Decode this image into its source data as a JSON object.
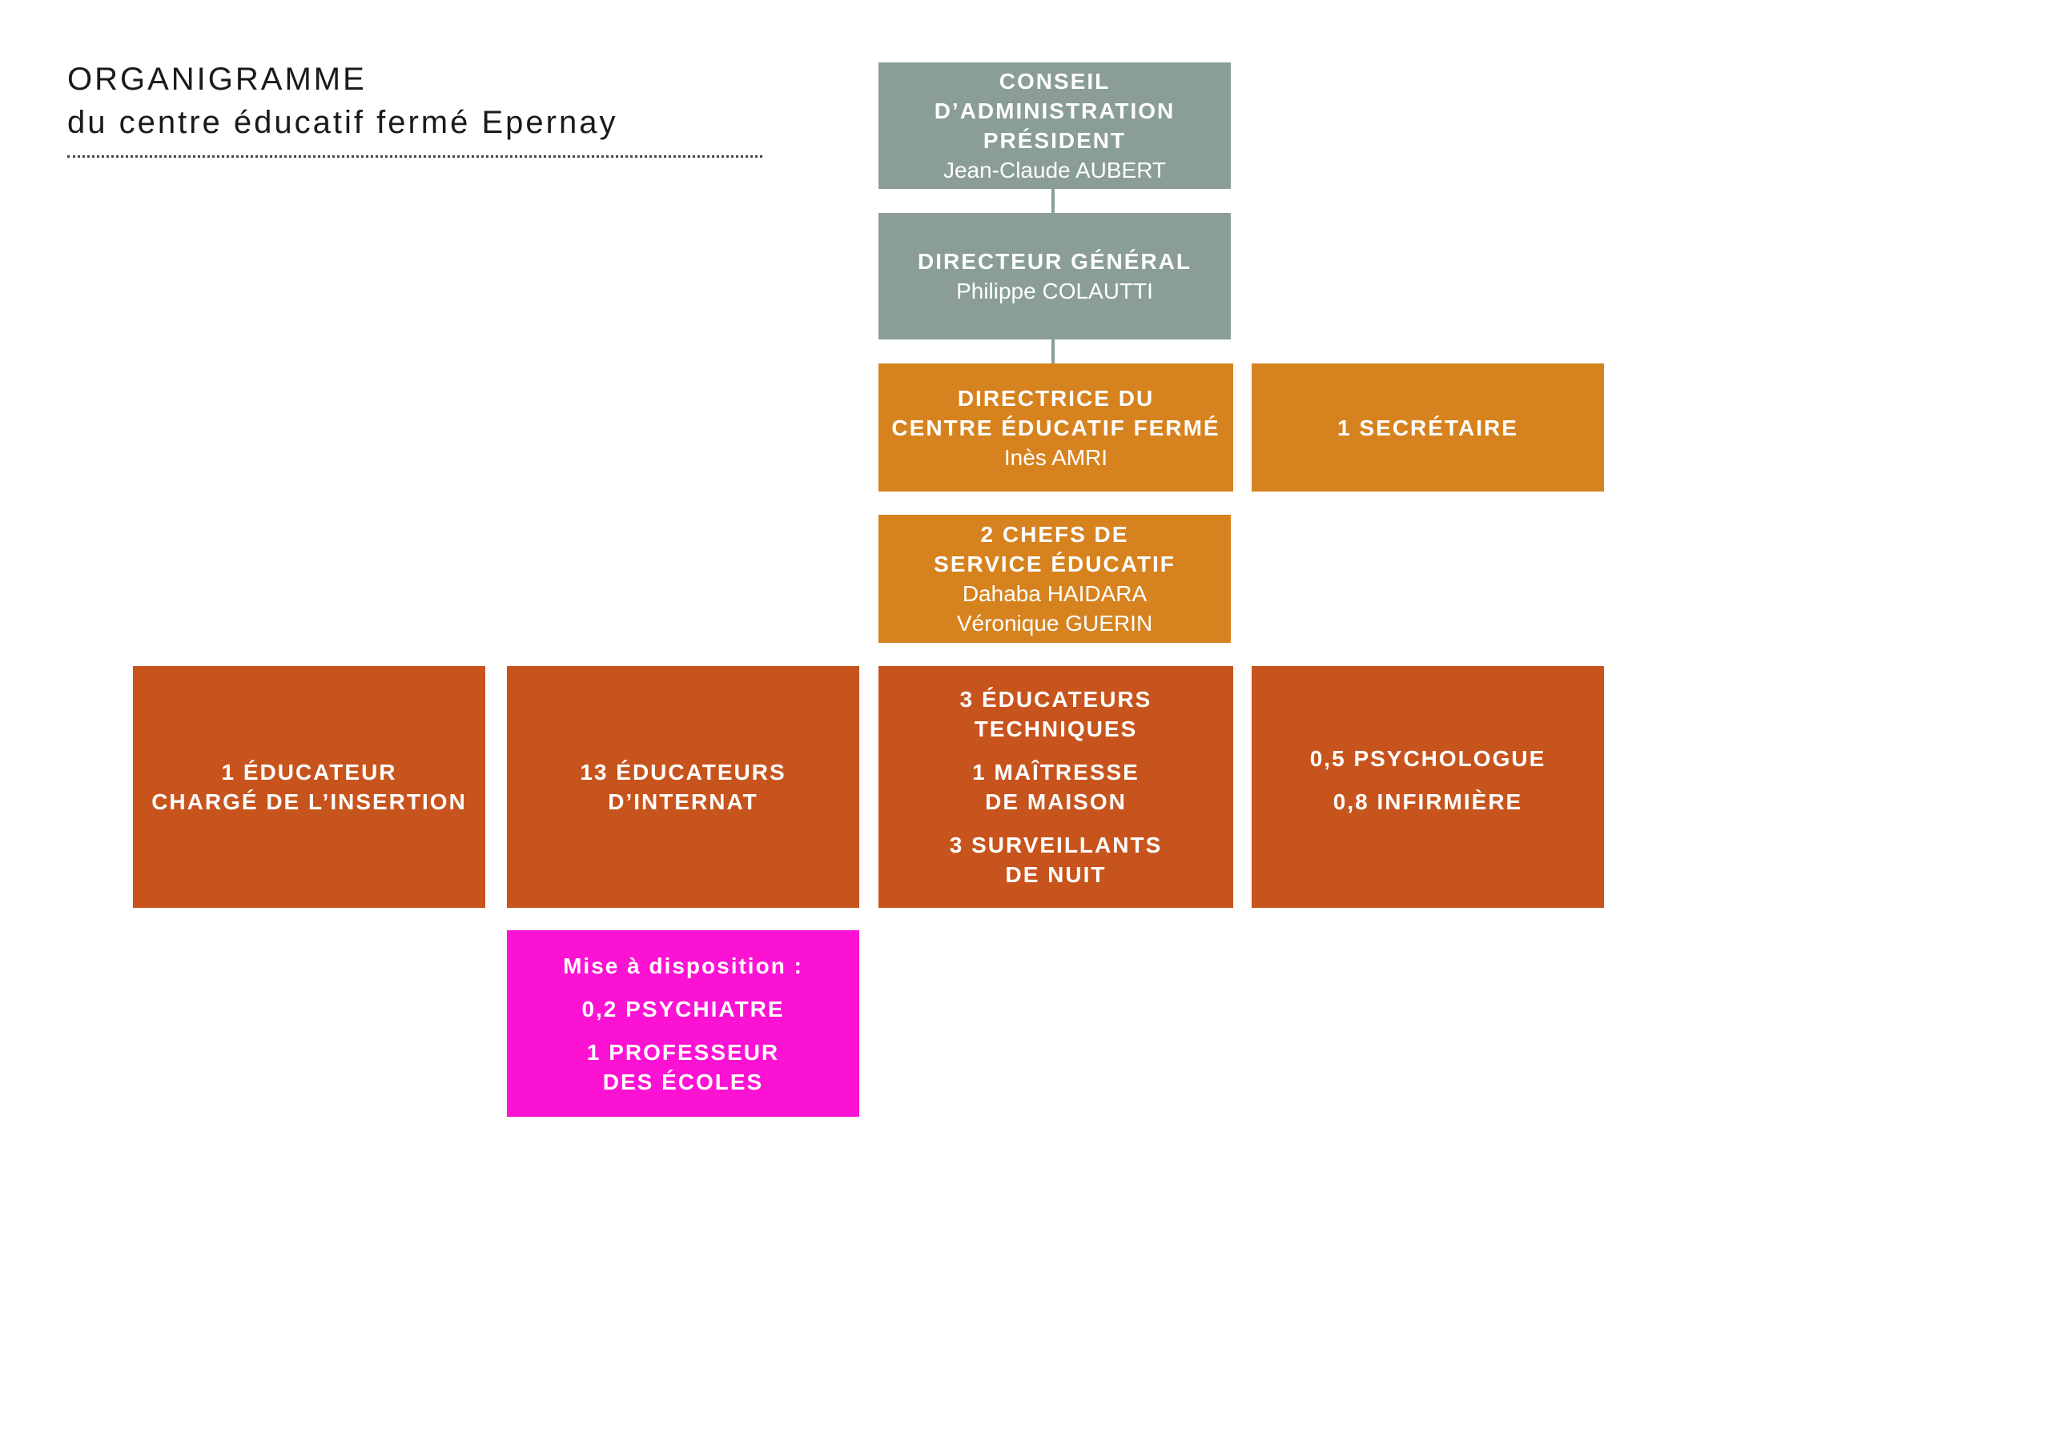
{
  "header": {
    "title_line1": "ORGANIGRAMME",
    "title_line2": "du centre éducatif fermé Epernay"
  },
  "colors": {
    "grey": "#8a9d98",
    "orange": "#d6831f",
    "rust": "#c7541d",
    "magenta": "#fc12d2"
  },
  "board": {
    "line1": "CONSEIL D’ADMINISTRATION",
    "line2": "PRÉSIDENT",
    "name": "Jean-Claude AUBERT"
  },
  "director_general": {
    "title": "DIRECTEUR GÉNÉRAL",
    "name": "Philippe COLAUTTI"
  },
  "center_director": {
    "line1": "DIRECTRICE DU",
    "line2": "CENTRE ÉDUCATIF FERMÉ",
    "name": "Inès AMRI"
  },
  "secretary": {
    "label": "1 SECRÉTAIRE"
  },
  "service_chiefs": {
    "line1": "2 CHEFS DE",
    "line2": "SERVICE ÉDUCATIF",
    "name1": "Dahaba HAIDARA",
    "name2": "Véronique GUERIN"
  },
  "insertion_educator": {
    "line1": "1 ÉDUCATEUR",
    "line2": "CHARGÉ DE L’INSERTION"
  },
  "boarding_educators": {
    "line1": "13 ÉDUCATEURS",
    "line2": "D’INTERNAT"
  },
  "technical_staff": {
    "g1_line1": "3 ÉDUCATEURS",
    "g1_line2": "TECHNIQUES",
    "g2_line1": "1 MAÎTRESSE",
    "g2_line2": "DE MAISON",
    "g3_line1": "3 SURVEILLANTS",
    "g3_line2": "DE NUIT"
  },
  "health_staff": {
    "line1": "0,5 PSYCHOLOGUE",
    "line2": "0,8 INFIRMIÈRE"
  },
  "secondment": {
    "heading": "Mise à disposition :",
    "item1": "0,2 PSYCHIATRE",
    "item2_line1": "1 PROFESSEUR",
    "item2_line2": "DES ÉCOLES"
  }
}
